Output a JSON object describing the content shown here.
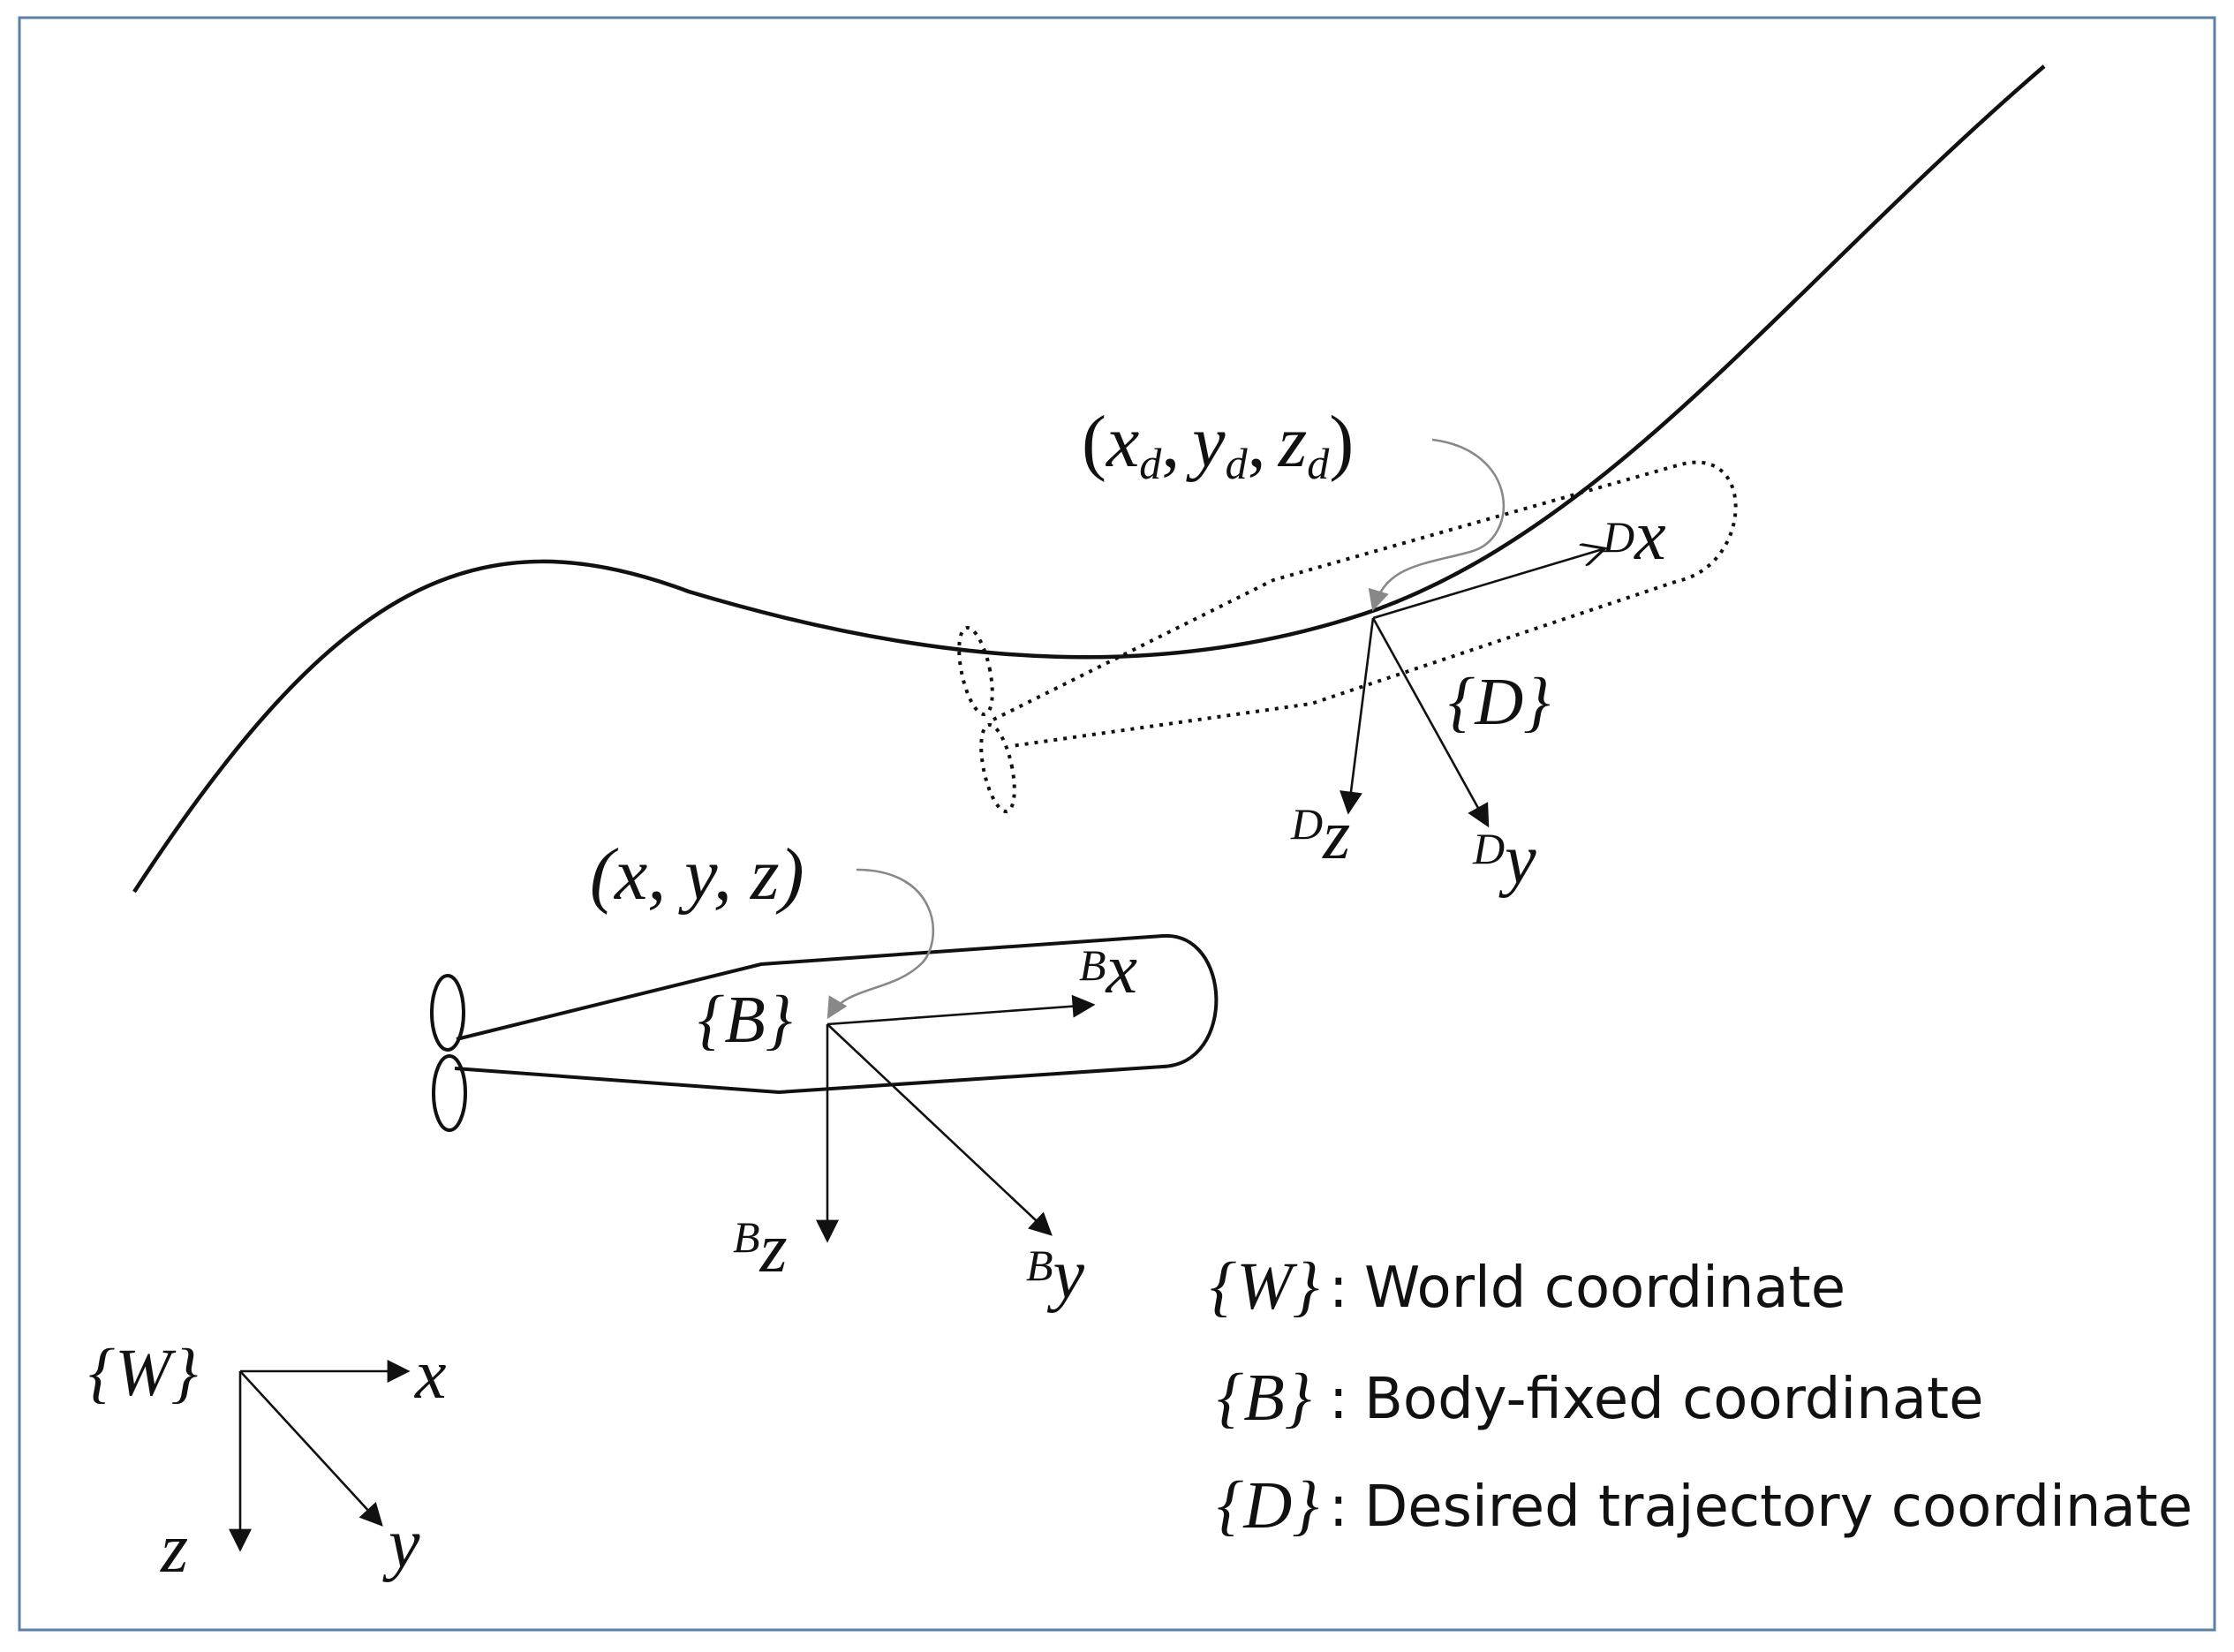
{
  "colors": {
    "ink": "#111111",
    "frame": "#5b7fa6",
    "pointer": "#888888",
    "background": "#ffffff"
  },
  "labels": {
    "desired_point": {
      "open": "(",
      "x": "x",
      "y": "y",
      "z": "z",
      "sub": "d",
      "comma": ",",
      "close": ")"
    },
    "body_point": "(x, y, z)",
    "frame_D": "{D}",
    "frame_B": "{B}",
    "frame_W": "{W}",
    "D_prefix": "D",
    "B_prefix": "B",
    "axis_x": "x",
    "axis_y": "y",
    "axis_z": "z"
  },
  "legend": [
    {
      "symbol": "{W}",
      "separator": ":",
      "text": "World coordinate"
    },
    {
      "symbol": "{B}",
      "separator": ":",
      "text": "Body-fixed coordinate"
    },
    {
      "symbol": "{D}",
      "separator": ":",
      "text": "Desired trajectory coordinate"
    }
  ]
}
